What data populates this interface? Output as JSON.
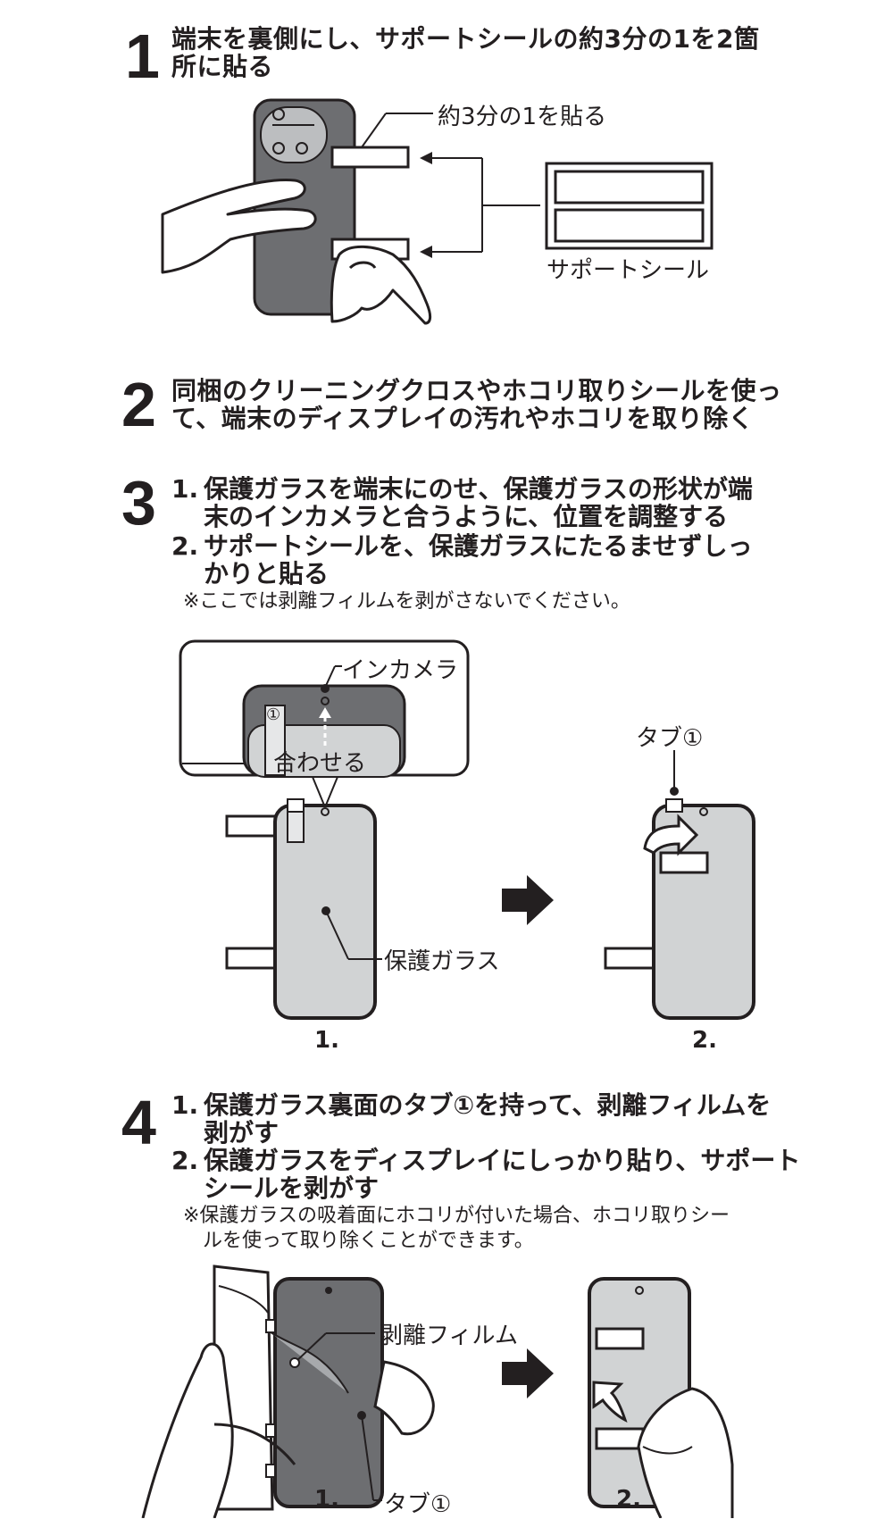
{
  "steps": [
    {
      "number": "1",
      "lines": [
        "端末を裏側にし、サポートシールの約3分の1を2箇",
        "所に貼る"
      ]
    },
    {
      "number": "2",
      "lines": [
        "同梱のクリーニングクロスやホコリ取りシールを使っ",
        "て、端末のディスプレイの汚れやホコリを取り除く"
      ]
    },
    {
      "number": "3",
      "items": [
        {
          "num": "1.",
          "lines": [
            "保護ガラスを端末にのせ、保護ガラスの形状が端",
            "末のインカメラと合うように、位置を調整する"
          ]
        },
        {
          "num": "2.",
          "lines": [
            "サポートシールを、保護ガラスにたるませずしっ",
            "かりと貼る"
          ]
        }
      ],
      "note": "※ここでは剥離フィルムを剥がさないでください。"
    },
    {
      "number": "4",
      "items": [
        {
          "num": "1.",
          "lines": [
            "保護ガラス裏面のタブ①を持って、剥離フィルムを",
            "剥がす"
          ]
        },
        {
          "num": "2.",
          "lines": [
            "保護ガラスをディスプレイにしっかり貼り、サポート",
            "シールを剥がす"
          ]
        }
      ],
      "note_lines": [
        "※保護ガラスの吸着面にホコリが付いた場合、ホコリ取りシー",
        "ルを使って取り除くことができます。"
      ]
    }
  ],
  "labels": {
    "attach_third": "約3分の1を貼る",
    "support_seal": "サポートシール",
    "in_camera": "インカメラ",
    "align": "合わせる",
    "tab1": "タブ①",
    "circled_one": "①",
    "protective_glass": "保護ガラス",
    "release_film": "剥離フィルム"
  },
  "captions": {
    "fig3_1": "1.",
    "fig3_2": "2.",
    "fig4_1": "1.",
    "fig4_2": "2."
  },
  "colors": {
    "ink": "#231f20",
    "phone_dark": "#6d6e71",
    "glass": "#d1d3d4",
    "film": "#a7a9ac"
  }
}
